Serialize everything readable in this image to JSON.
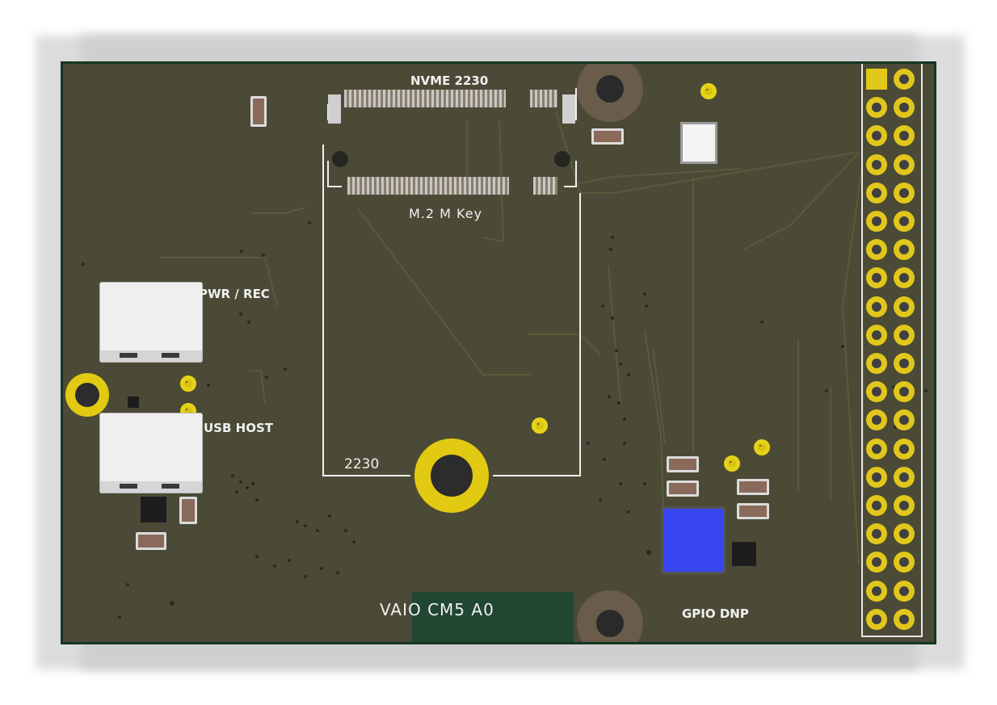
{
  "labels": {
    "nvme": "NVME 2230",
    "m2key": "M.2 M Key",
    "pwr_rec": "PWR / REC",
    "usb_host": "USB HOST",
    "size_2230": "2230",
    "board_name": "VAIO CM5 A0",
    "gpio": "GPIO DNP"
  },
  "colors": {
    "pcb": "#4b4a36",
    "pcb_edge": "#163524",
    "silkscreen": "#f0f0f0",
    "gold": "#e1c71b",
    "inductor": "#3a45f0"
  },
  "icons": {
    "usb_c_1": "usb-c-connector",
    "usb_c_2": "usb-c-connector",
    "gpio_header": "pin-header-2x20"
  }
}
